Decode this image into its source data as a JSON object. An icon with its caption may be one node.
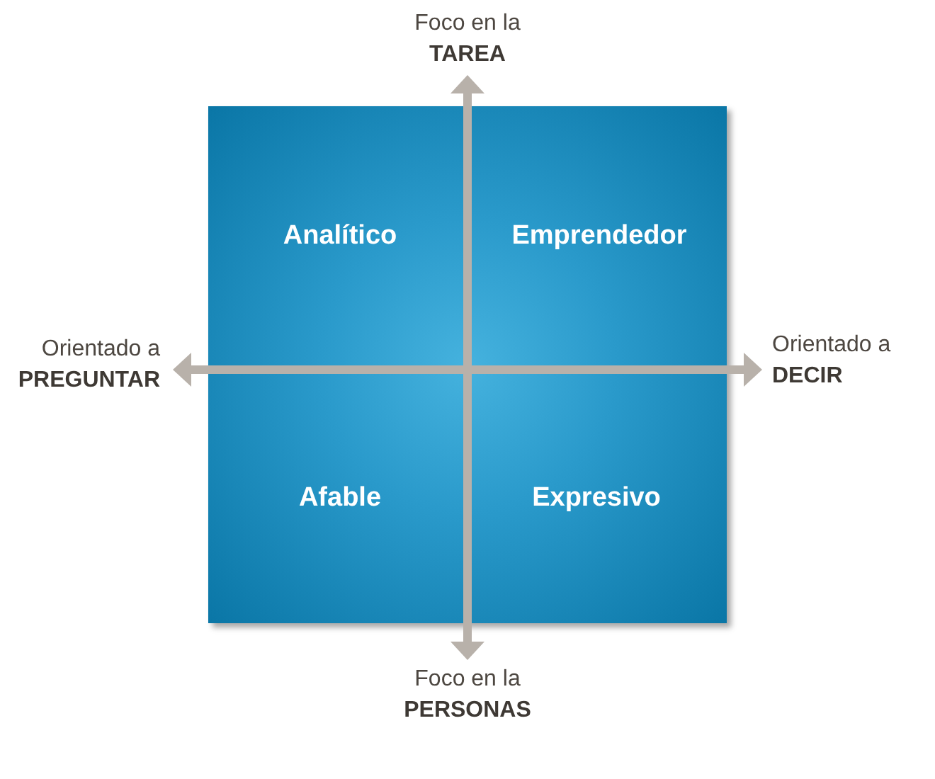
{
  "diagram": {
    "nodes": [
      {
        "text": [
          "Analítico",
          "Emprendedor",
          "Afable",
          "Expresivo"
        ]
      }
    ],
    "labels": [
      "Foco en la **TAREA**",
      "Orientado a **PREGUNTAR**",
      "Orientado a **DECIR**",
      "Foco en la **PERSONAS**"
    ]
  }
}
